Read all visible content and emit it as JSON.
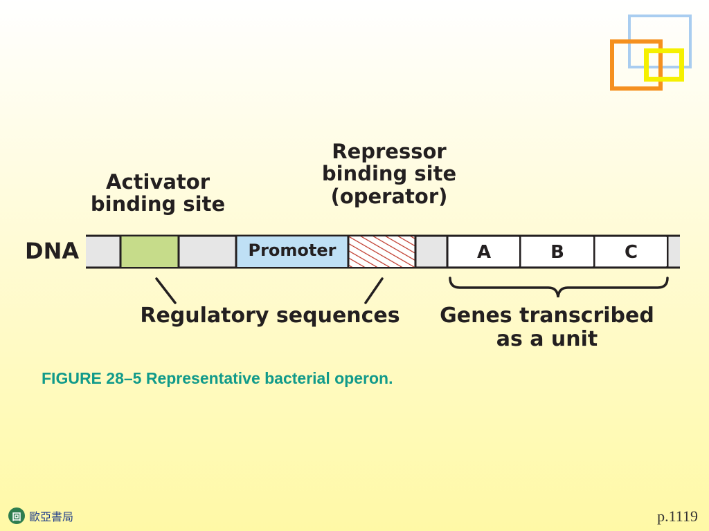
{
  "diagram": {
    "dna_label": "DNA",
    "activator_label": "Activator\nbinding site",
    "repressor_label": "Repressor\nbinding site\n(operator)",
    "promoter_label": "Promoter",
    "genes": [
      "A",
      "B",
      "C"
    ],
    "regulatory_label": "Regulatory sequences",
    "genes_unit_label": "Genes transcribed\nas a unit",
    "colors": {
      "strand": "#e6e6e6",
      "activator": "#c6dc8a",
      "promoter": "#bfe0f5",
      "operator_hatch": "#c0392b"
    }
  },
  "caption": "FIGURE 28–5 Representative bacterial operon.",
  "footer": {
    "brand_logo": "回",
    "brand": "歐亞書局",
    "page": "p.1119"
  }
}
